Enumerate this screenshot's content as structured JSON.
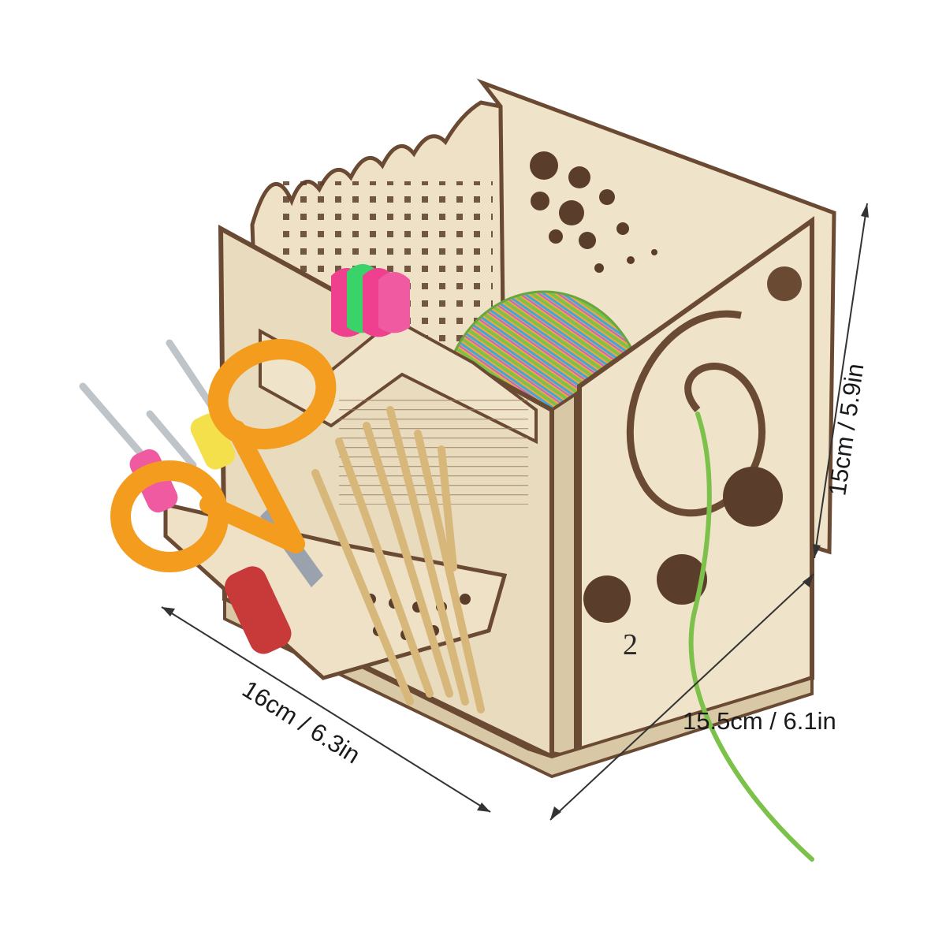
{
  "dimensions": {
    "width_label": "16cm / 6.3in",
    "depth_label": "15.5cm / 6.1in",
    "height_label": "15cm / 5.9in"
  },
  "product": {
    "side_number": "2"
  },
  "colors": {
    "wood": "#eee1c6",
    "wood_shadow": "#d9c8a6",
    "wood_edge": "#6b4a34",
    "scissor_handle": "#f39c1e",
    "yarn_green": "#7cc24a",
    "yarn_orange": "#f6a53a",
    "yarn_blue": "#3ca8e0",
    "stitch_marker_pink": "#ef3f8f",
    "stitch_marker_green": "#39d36a",
    "hook_handle_pink": "#f05aa0",
    "hook_handle_yellow": "#f4e04a",
    "bamboo_needle": "#e9cf9a"
  }
}
